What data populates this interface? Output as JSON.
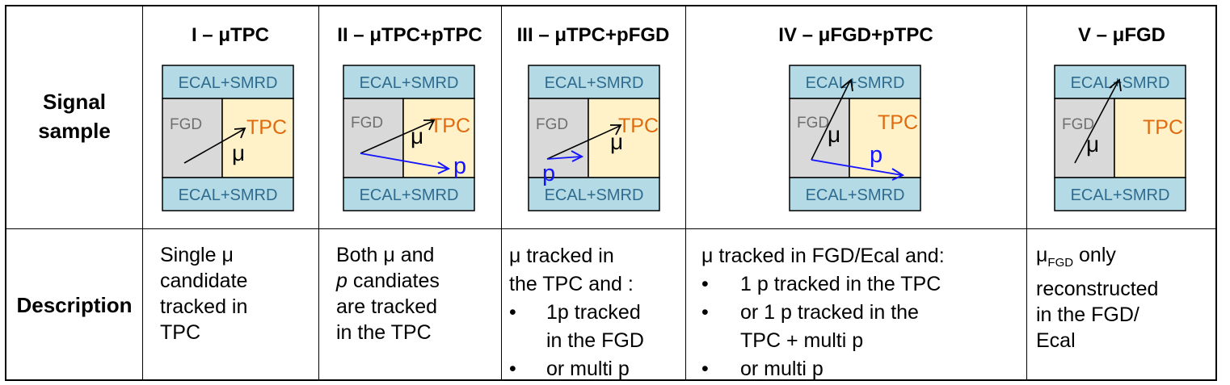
{
  "row_labels": {
    "signal": [
      "Signal",
      "sample"
    ],
    "description": "Description"
  },
  "colors": {
    "ecal_fill": "#b4dbe5",
    "ecal_text": "#2e6b8f",
    "fgd_fill": "#d9d9d9",
    "fgd_text": "#6f6f6f",
    "tpc_fill": "#fff2c9",
    "tpc_text": "#e06a0e",
    "proton_arrow": "#1414ff"
  },
  "detector": {
    "ecal_label": "ECAL+SMRD",
    "fgd_label": "FGD",
    "tpc_label": "TPC",
    "muon": "μ",
    "proton": "p"
  },
  "columns": [
    {
      "title": "I – μTPC",
      "description": [
        "Single μ",
        "candidate",
        "tracked in",
        "TPC"
      ]
    },
    {
      "title": "II – μTPC+pTPC",
      "description": [
        "Both μ and",
        "p candiates",
        "are tracked",
        "in the TPC"
      ]
    },
    {
      "title": "III – μTPC+pFGD",
      "description_lines": [
        "μ tracked in",
        "the TPC and :"
      ],
      "description_bullets": [
        "1p tracked",
        "in the FGD",
        "or multi p"
      ]
    },
    {
      "title": "IV – μFGD+pTPC",
      "description_lines": [
        "μ tracked in FGD/Ecal and:"
      ],
      "description_bullets": [
        "1 p tracked in the TPC",
        "or  1 p tracked in the",
        "TPC + multi p",
        "or multi p"
      ]
    },
    {
      "title": "V – μFGD",
      "description_main": "μ",
      "description_sub": "FGD",
      "description_tail": " only",
      "description": [
        "reconstructed",
        "in the FGD/",
        "Ecal"
      ]
    }
  ]
}
